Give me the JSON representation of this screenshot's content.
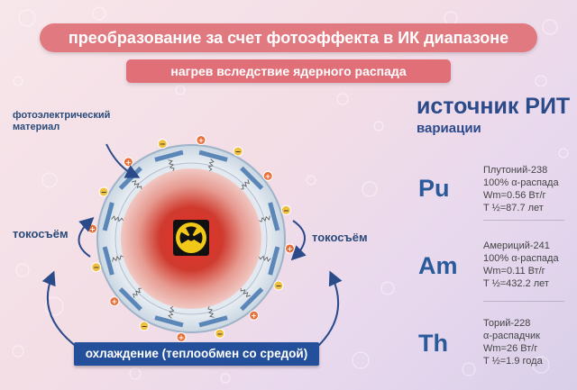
{
  "header": {
    "title": "преобразование за счет фотоэффекта в ИК диапазоне",
    "subtitle": "нагрев вследствие ядерного распада"
  },
  "diagram": {
    "photo_material_label": "фотоэлектрический материал",
    "left_current_label": "токосъём",
    "right_current_label": "токосъём",
    "cooling_label": "охлаждение (теплообмен со средой)",
    "plus_sign": "+",
    "minus_sign": "−"
  },
  "rit": {
    "title": "источник РИТ",
    "subtitle": "вариации",
    "isotopes": [
      {
        "symbol": "Pu",
        "name": "Плутоний-238",
        "decay": "100% α-распада",
        "power": "Wm=0.56 Вт/г",
        "halflife": "T ½=87.7 лет"
      },
      {
        "symbol": "Am",
        "name": "Америций-241",
        "decay": "100% α-распада",
        "power": "Wm=0.11 Вт/г",
        "halflife": "T ½=432.2 лет"
      },
      {
        "symbol": "Th",
        "name": "Торий-228",
        "decay": "α-распадчик",
        "power": "Wm=26 Вт/г",
        "halflife": "T ½=1.9 года"
      }
    ]
  },
  "colors": {
    "banner": "#e07a80",
    "accent_blue": "#2a4a8a",
    "core_red": "#d02a20",
    "radiation_yellow": "#f2c818",
    "plus_orange": "#e8703a",
    "minus_yellow": "#f0c040"
  }
}
